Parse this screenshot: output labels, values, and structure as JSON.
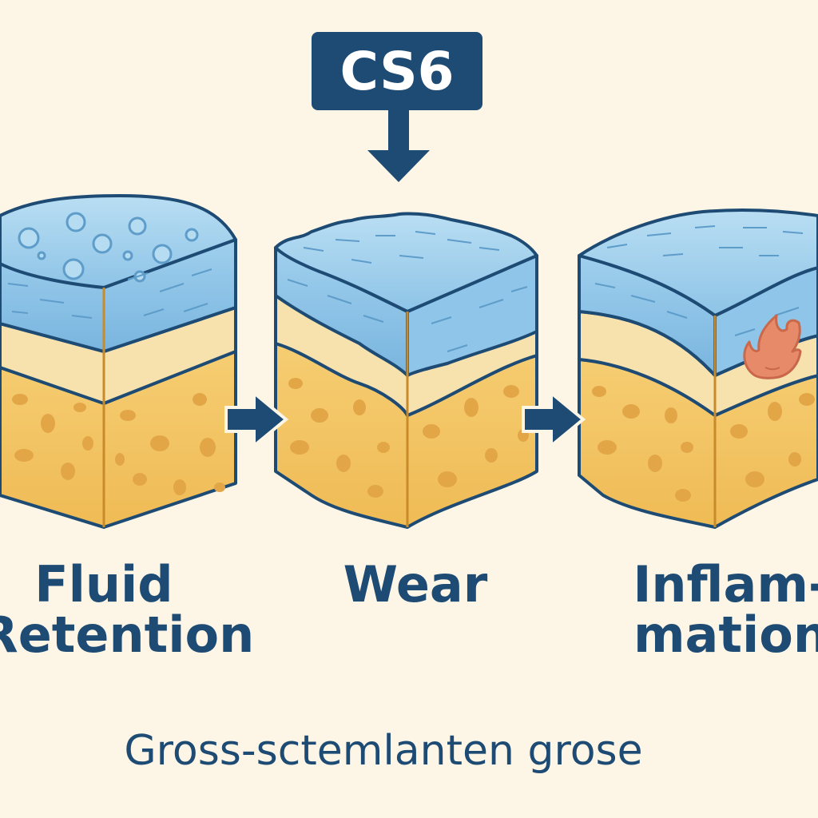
{
  "top_box": {
    "text": "CS6"
  },
  "stages": [
    {
      "line1": "Fluid",
      "line2": "Retention"
    },
    {
      "line1": "Wear",
      "line2": ""
    },
    {
      "line1": "Inflam-",
      "line2": "mation"
    }
  ],
  "caption": "Gross-sctemlanten grose",
  "colors": {
    "background": "#fdf6e6",
    "navy": "#1e4b74",
    "cartilage_blue": "#a7d3ee",
    "cartilage_blue_dark": "#7fb9e0",
    "tidemark_cream": "#f7e2ad",
    "bone_yellow": "#f2c465",
    "bone_spots": "#e5a94b",
    "outline": "#1e4b74",
    "inflammation": "#e78a6a"
  },
  "icons": [
    "down-arrow-icon",
    "right-arrow-icon",
    "flame-icon"
  ]
}
